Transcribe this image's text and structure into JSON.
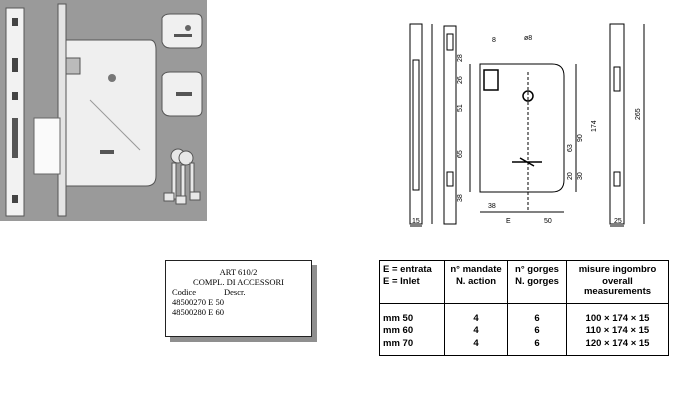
{
  "accessories_box": {
    "title": "ART 610/2",
    "subtitle": "COMPL. DI ACCESSORI",
    "col_code": "Codice",
    "col_desc": "Descr.",
    "rows": [
      {
        "code": "48500270",
        "desc": "E 50"
      },
      {
        "code": "48500280",
        "desc": "E 60"
      }
    ]
  },
  "drawing_dimensions": {
    "d8": "ø8",
    "d8b": "8",
    "d28": "28",
    "d26": "26",
    "d51": "51",
    "d65": "65",
    "d38": "38",
    "d38b": "38",
    "d63": "63",
    "d90": "90",
    "d20": "20",
    "d30": "30",
    "d174": "174",
    "d265": "265",
    "d15": "15",
    "dE": "E",
    "d50": "50",
    "d25": "25"
  },
  "spec_table": {
    "headers_it": [
      "E = entrata",
      "n° mandate",
      "n° gorges",
      "misure ingombro"
    ],
    "headers_en": [
      "E = Inlet",
      "N. action",
      "N. gorges",
      "overall measurements"
    ],
    "rows": [
      {
        "inlet": "mm 50",
        "action": "4",
        "gorges": "6",
        "size": "100 × 174 × 15"
      },
      {
        "inlet": "mm 60",
        "action": "4",
        "gorges": "6",
        "size": "110 × 174 × 15"
      },
      {
        "inlet": "mm 70",
        "action": "4",
        "gorges": "6",
        "size": "120 × 174 × 15"
      }
    ]
  }
}
